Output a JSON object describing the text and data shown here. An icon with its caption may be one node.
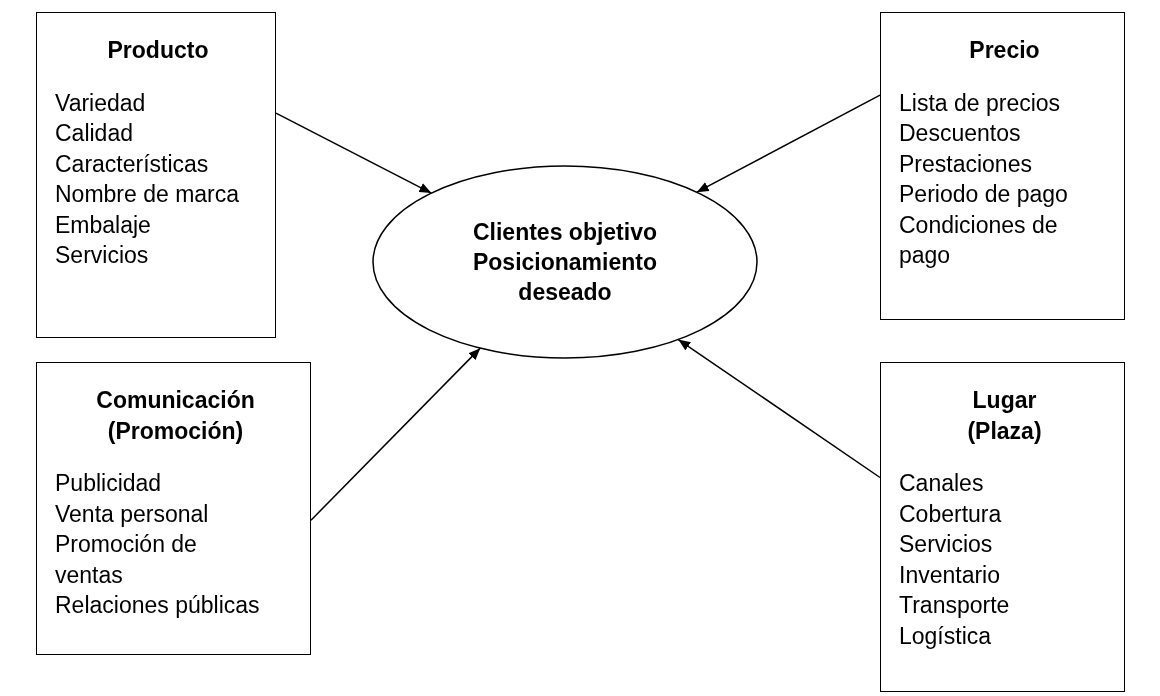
{
  "diagram": {
    "nodes": [
      {
        "text": [
          "Producto",
          "Variedad",
          "Calidad",
          "Características",
          "Nombre de marca",
          "Embalaje",
          "Servicios"
        ]
      },
      {
        "text": [
          "Precio",
          "Lista de precios",
          "Descuentos",
          "Prestaciones",
          "Periodo de pago",
          "Condiciones de pago"
        ]
      },
      {
        "text": [
          "Clientes objetivo Posicionamiento deseado"
        ]
      },
      {
        "text": [
          "Comunicación (Promoción)",
          "Publicidad",
          "Venta personal",
          "Promoción de ventas",
          "Relaciones públicas"
        ]
      },
      {
        "text": [
          "Lugar (Plaza)",
          "Canales",
          "Cobertura",
          "Servicios",
          "Inventario",
          "Transporte",
          "Logística"
        ]
      }
    ],
    "edges": [
      {
        "from": 0,
        "to": 2,
        "arrow": "to"
      },
      {
        "from": 1,
        "to": 2,
        "arrow": "to"
      },
      {
        "from": 3,
        "to": 2,
        "arrow": "to"
      },
      {
        "from": 4,
        "to": 2,
        "arrow": "to"
      }
    ]
  }
}
